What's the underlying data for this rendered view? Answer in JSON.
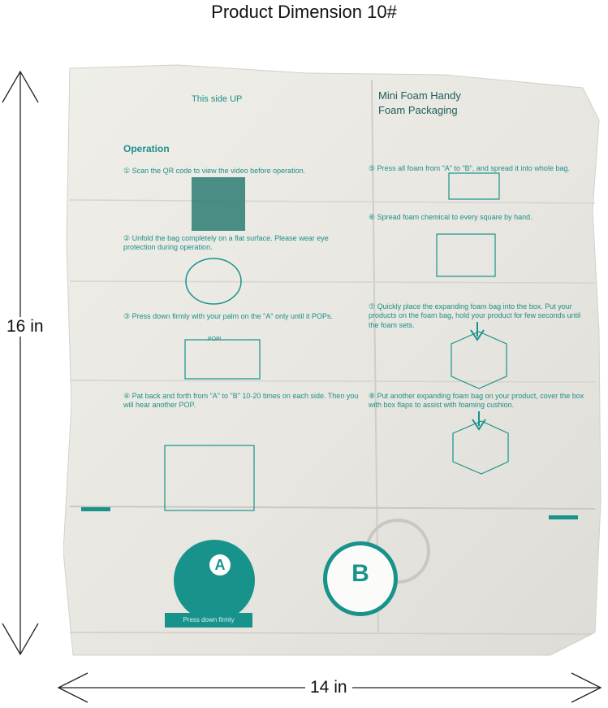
{
  "title": "Product Dimension 10#",
  "height_label": "16 in",
  "width_label": "14 in",
  "bag": {
    "brand_line_1": "Mini Foam Handy",
    "brand_line_2": "Foam Packaging",
    "side_note": "This side UP",
    "section_heading": "Operation",
    "steps": [
      "① Scan the QR code to view the video before operation.",
      "② Unfold the bag completely on a flat surface. Please wear eye protection during operation.",
      "③ Press down firmly with your palm on the \"A\" only until it POPs.",
      "④ Pat back and forth from \"A\" to \"B\" 10-20 times on each side. Then you will hear another POP.",
      "⑤ Press all foam from \"A\" to \"B\", and spread it into whole bag.",
      "⑥ Spread foam chemical to every square by hand.",
      "⑦ Quickly place the expanding foam bag into the box. Put your products on the foam bag, hold your product for few seconds until the foam sets.",
      "⑧ Put another expanding foam bag on your product, cover the box with box flaps to assist with foaming cushion."
    ],
    "stamp_a_letter": "A",
    "stamp_b_letter": "B",
    "pop_label": "POP!",
    "stamp_caption": "Press down firmly"
  },
  "colors": {
    "teal": "#17938c",
    "bag_fill": "#eceae4",
    "arrow": "#222222"
  }
}
